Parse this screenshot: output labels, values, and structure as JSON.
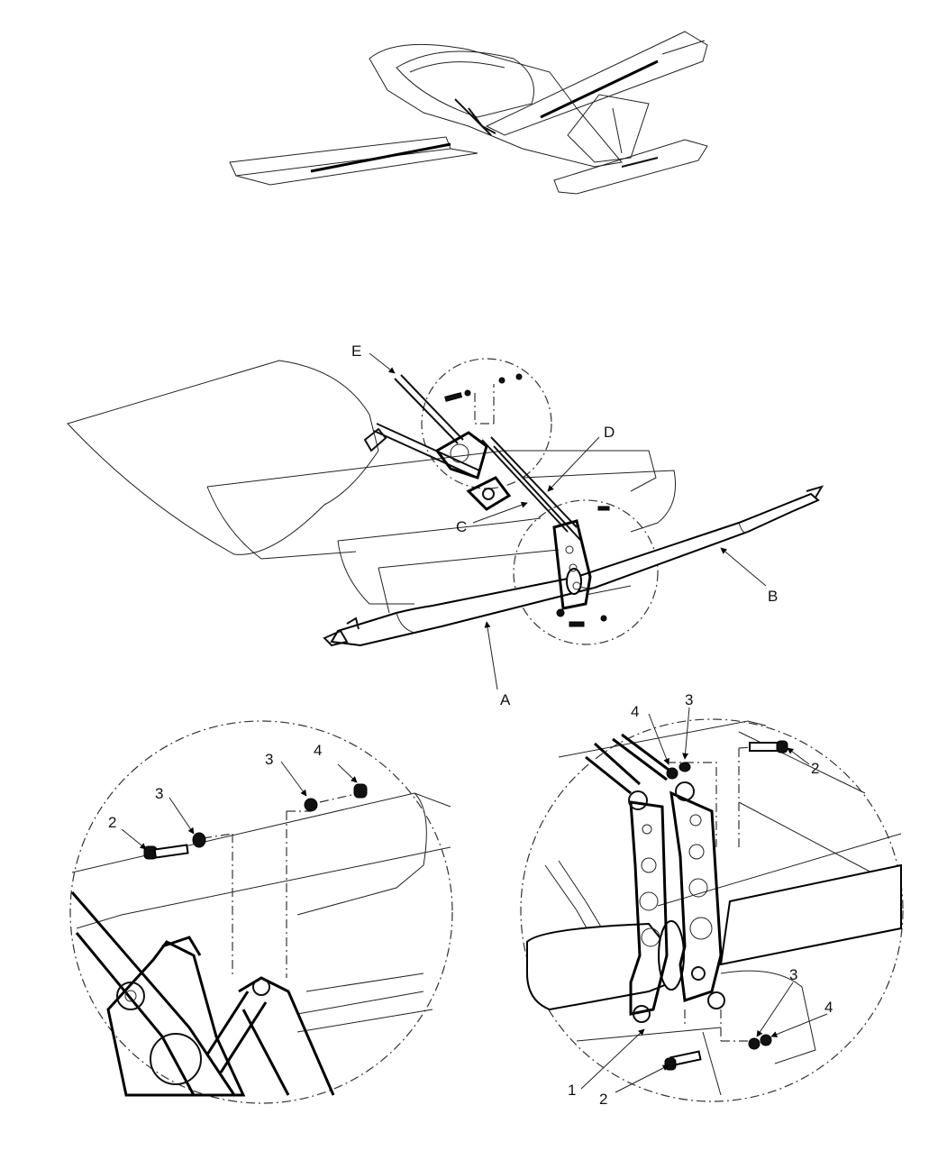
{
  "overview": {
    "callouts": {
      "a": "A",
      "b": "B",
      "c": "C",
      "d": "D",
      "e": "E"
    }
  },
  "detail_left": {
    "callouts": {
      "bolt": "2",
      "washer_left": "3",
      "washer_right": "3",
      "nut": "4"
    }
  },
  "detail_right": {
    "callouts": {
      "bracket": "1",
      "bolt_bottom": "2",
      "bolt_top": "2",
      "washer_top": "3",
      "washer_bottom": "3",
      "nut_top": "4",
      "nut_bottom": "4"
    }
  }
}
